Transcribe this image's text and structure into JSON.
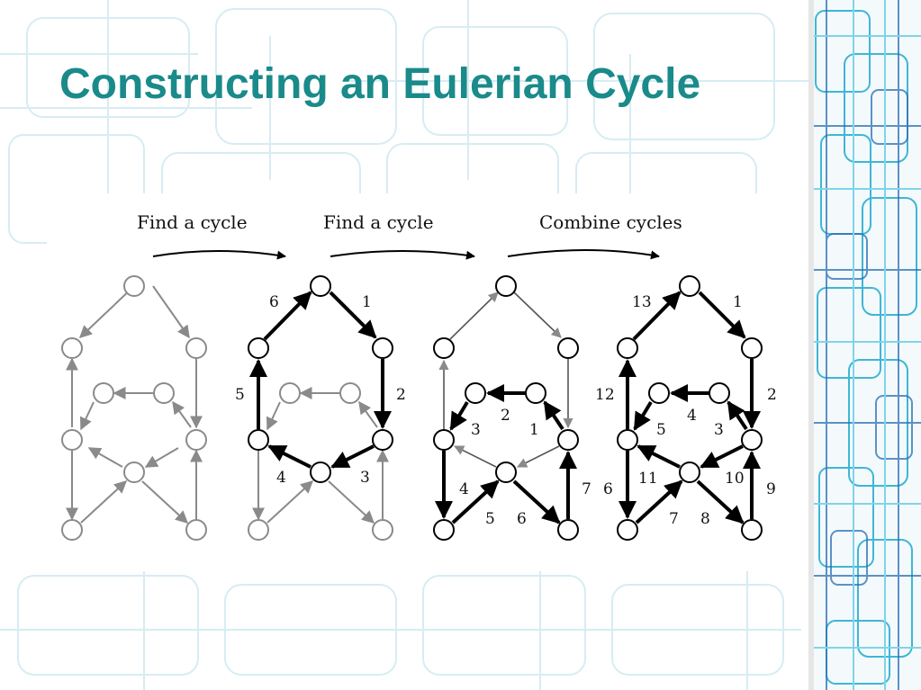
{
  "title": "Constructing an Eulerian Cycle",
  "theme": {
    "title_color": "#1a8a8a",
    "light_edge_color": "#8a8a8a",
    "bold_edge_color": "#000000",
    "pattern_color": "#c8e6ef",
    "strip_color": "#3fb6d6"
  },
  "steps": [
    {
      "label": "Find a cycle"
    },
    {
      "label": "Find a cycle"
    },
    {
      "label": "Combine cycles"
    }
  ],
  "graphs": [
    {
      "name": "original-graph",
      "edges": [
        {
          "from": "A",
          "to": "C",
          "style": "light"
        },
        {
          "from": "F",
          "to": "B",
          "style": "light"
        },
        {
          "from": "C",
          "to": "H",
          "style": "light"
        },
        {
          "from": "H",
          "to": "J",
          "style": "light"
        },
        {
          "from": "J",
          "to": "I",
          "style": "light"
        },
        {
          "from": "I",
          "to": "G",
          "style": "light"
        },
        {
          "from": "G",
          "to": "F",
          "style": "light"
        },
        {
          "from": "F",
          "to": "A",
          "style": "light"
        },
        {
          "from": "B",
          "to": "H",
          "style": "light"
        },
        {
          "from": "H",
          "to": "I",
          "style": "light"
        },
        {
          "from": "I",
          "to": "F",
          "style": "light"
        },
        {
          "from": "E",
          "to": "D",
          "style": "light"
        },
        {
          "from": "D",
          "to": "F",
          "style": "light"
        },
        {
          "from": "H",
          "to": "E",
          "style": "light"
        },
        {
          "from": "F",
          "to": "G",
          "style": "light"
        }
      ],
      "labels": []
    },
    {
      "name": "first-cycle-graph",
      "edges": [
        {
          "from": "A",
          "to": "C",
          "style": "bold"
        },
        {
          "from": "C",
          "to": "H",
          "style": "bold"
        },
        {
          "from": "H",
          "to": "I",
          "style": "bold"
        },
        {
          "from": "I",
          "to": "F",
          "style": "bold"
        },
        {
          "from": "F",
          "to": "B",
          "style": "bold"
        },
        {
          "from": "B",
          "to": "A",
          "style": "bold"
        },
        {
          "from": "H",
          "to": "J",
          "style": "light"
        },
        {
          "from": "J",
          "to": "I",
          "style": "light"
        },
        {
          "from": "I",
          "to": "G",
          "style": "light"
        },
        {
          "from": "G",
          "to": "F",
          "style": "light"
        },
        {
          "from": "F",
          "to": "G",
          "style": "light"
        },
        {
          "from": "E",
          "to": "D",
          "style": "light"
        },
        {
          "from": "D",
          "to": "F",
          "style": "light"
        },
        {
          "from": "H",
          "to": "E",
          "style": "light"
        },
        {
          "from": "F",
          "to": "A",
          "style": "none"
        }
      ],
      "labels": [
        {
          "text": "6",
          "node_near": "AB"
        },
        {
          "text": "1",
          "node_near": "AC"
        },
        {
          "text": "5",
          "node_near": "FB"
        },
        {
          "text": "2",
          "node_near": "CH"
        },
        {
          "text": "4",
          "node_near": "IF"
        },
        {
          "text": "3",
          "node_near": "HI"
        }
      ]
    },
    {
      "name": "second-cycle-graph",
      "edges": [
        {
          "from": "B",
          "to": "A",
          "style": "light"
        },
        {
          "from": "A",
          "to": "C",
          "style": "light"
        },
        {
          "from": "C",
          "to": "H",
          "style": "light"
        },
        {
          "from": "F",
          "to": "B",
          "style": "light"
        },
        {
          "from": "E",
          "to": "D",
          "style": "bold"
        },
        {
          "from": "D",
          "to": "F",
          "style": "bold"
        },
        {
          "from": "F",
          "to": "G",
          "style": "bold"
        },
        {
          "from": "G",
          "to": "I",
          "style": "bold"
        },
        {
          "from": "I",
          "to": "J",
          "style": "bold"
        },
        {
          "from": "J",
          "to": "H",
          "style": "bold"
        },
        {
          "from": "H",
          "to": "E",
          "style": "bold"
        },
        {
          "from": "H",
          "to": "I",
          "style": "light"
        },
        {
          "from": "I",
          "to": "F",
          "style": "light"
        }
      ],
      "labels": [
        {
          "text": "2"
        },
        {
          "text": "3"
        },
        {
          "text": "1"
        },
        {
          "text": "4"
        },
        {
          "text": "5"
        },
        {
          "text": "6"
        },
        {
          "text": "7"
        }
      ]
    },
    {
      "name": "combined-cycle-graph",
      "labels": [
        {
          "text": "13"
        },
        {
          "text": "1"
        },
        {
          "text": "12"
        },
        {
          "text": "2"
        },
        {
          "text": "4"
        },
        {
          "text": "5"
        },
        {
          "text": "3"
        },
        {
          "text": "6"
        },
        {
          "text": "11"
        },
        {
          "text": "10"
        },
        {
          "text": "9"
        },
        {
          "text": "7"
        },
        {
          "text": "8"
        }
      ]
    }
  ]
}
